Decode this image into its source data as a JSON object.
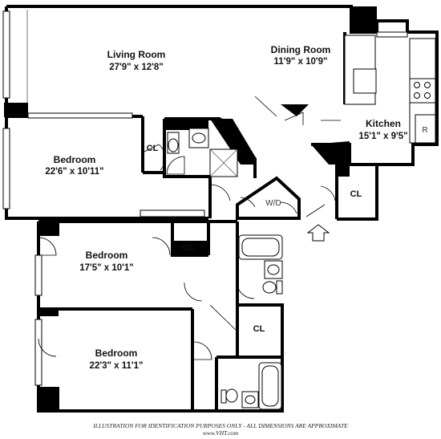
{
  "rooms": {
    "living": {
      "name": "Living Room",
      "dims": "27'9\" x 12'8\""
    },
    "dining": {
      "name": "Dining Room",
      "dims": "11'9\" x 10'9\""
    },
    "kitchen": {
      "name": "Kitchen",
      "dims": "15'1\" x 9'5\""
    },
    "bedroom1": {
      "name": "Bedroom",
      "dims": "22'6\" x 10'11\""
    },
    "bedroom2": {
      "name": "Bedroom",
      "dims": "17'5\" x 10'1\""
    },
    "bedroom3": {
      "name": "Bedroom",
      "dims": "22'3\" x 11'1\""
    }
  },
  "closets": {
    "cl1": "CL",
    "cl2": "CL",
    "cl3": "CL",
    "cl4": "CL"
  },
  "appliances": {
    "washer_dryer": "W/D",
    "refrigerator": "R"
  },
  "footer": {
    "disclaimer": "ILLUSTRATION FOR IDENTIFICATION PURPOSES ONLY - ALL DIMENSIONS ARE APPROXIMATE",
    "website": "www.VHT.com"
  }
}
